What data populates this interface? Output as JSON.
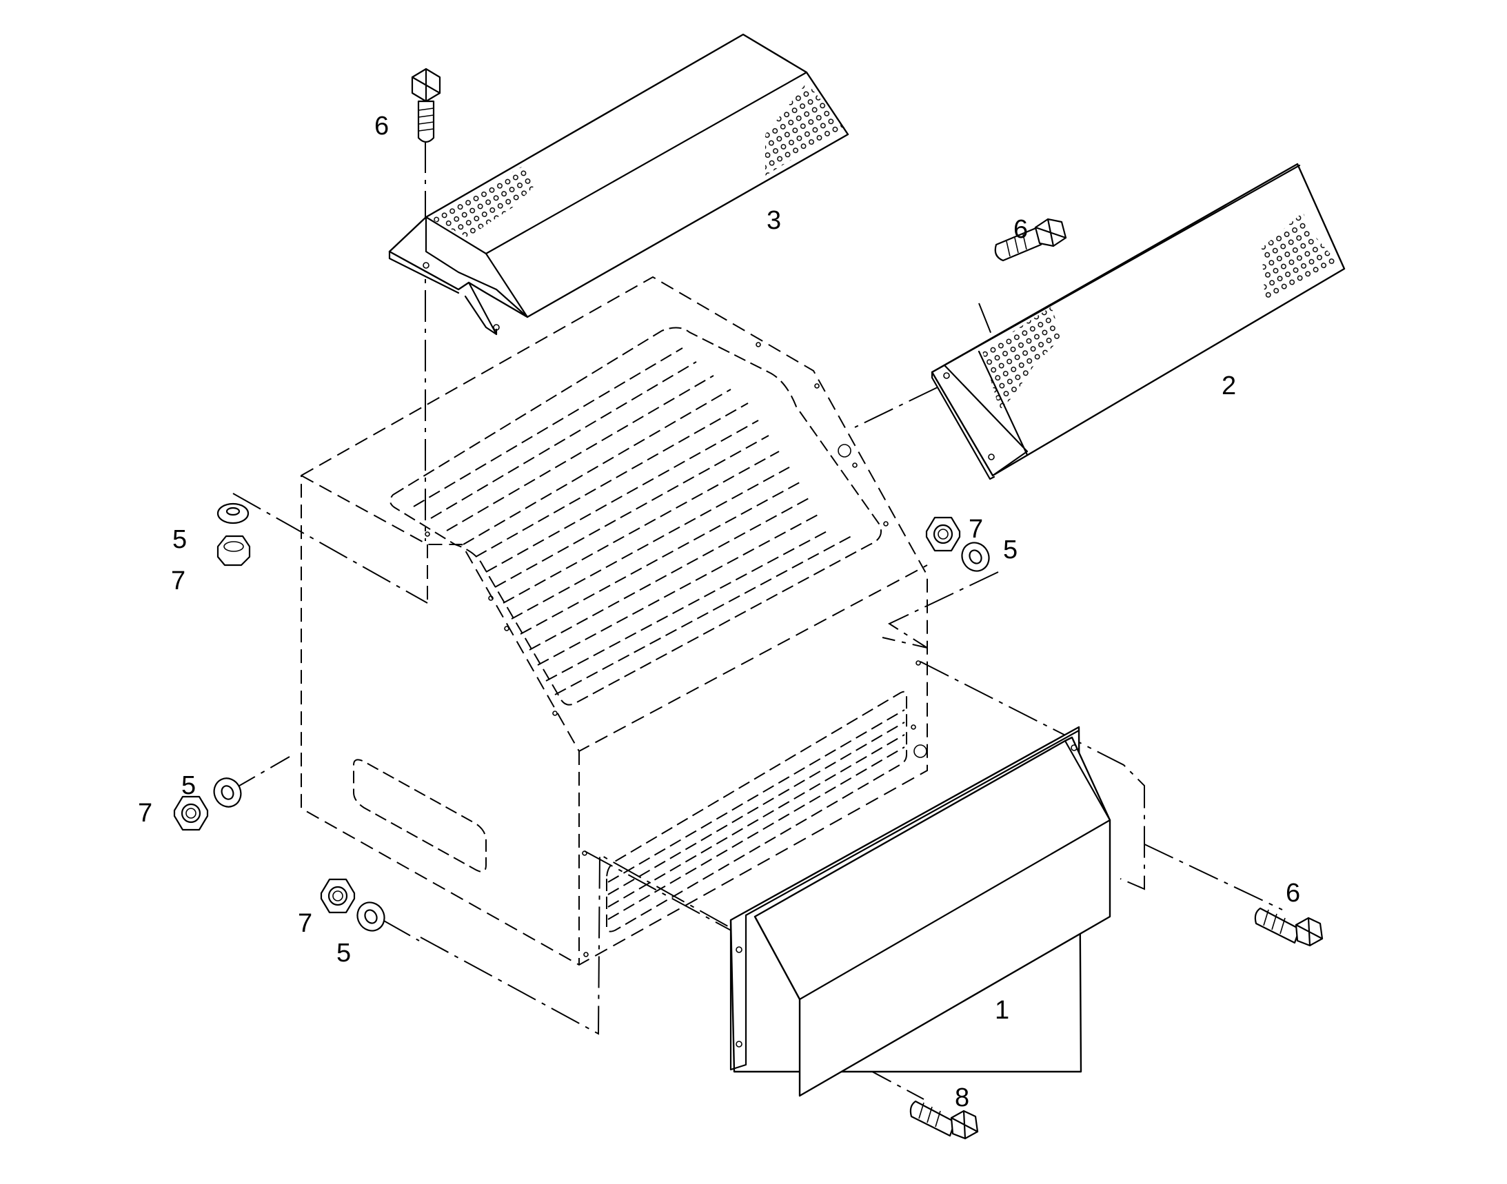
{
  "figure": {
    "callouts": [
      {
        "id": "cover-1",
        "label": "1"
      },
      {
        "id": "cover-2",
        "label": "2"
      },
      {
        "id": "cover-3",
        "label": "3"
      },
      {
        "id": "washer-5-a",
        "label": "5"
      },
      {
        "id": "washer-5-b",
        "label": "5"
      },
      {
        "id": "washer-5-c",
        "label": "5"
      },
      {
        "id": "washer-5-d",
        "label": "5"
      },
      {
        "id": "bolt-6-a",
        "label": "6"
      },
      {
        "id": "bolt-6-b",
        "label": "6"
      },
      {
        "id": "bolt-6-c",
        "label": "6"
      },
      {
        "id": "nut-7-a",
        "label": "7"
      },
      {
        "id": "nut-7-b",
        "label": "7"
      },
      {
        "id": "nut-7-c",
        "label": "7"
      },
      {
        "id": "nut-7-d",
        "label": "7"
      },
      {
        "id": "bolt-8",
        "label": "8"
      }
    ]
  }
}
